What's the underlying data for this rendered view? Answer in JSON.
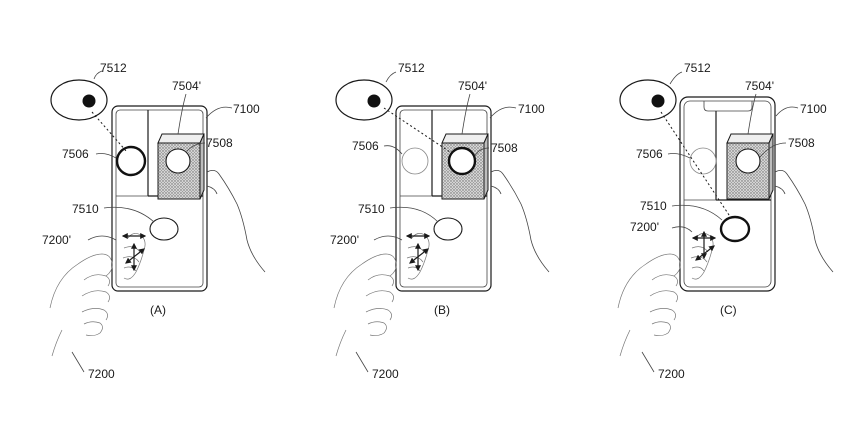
{
  "panels": [
    {
      "caption": "(A)",
      "labels": {
        "eye": "7512",
        "window": "7504'",
        "device": "7100",
        "icon_left": "7506",
        "icon_right": "7508",
        "cursor": "7510",
        "gesture": "7200'",
        "hand": "7200"
      }
    },
    {
      "caption": "(B)",
      "labels": {
        "eye": "7512",
        "window": "7504'",
        "device": "7100",
        "icon_left": "7506",
        "icon_right": "7508",
        "cursor": "7510",
        "gesture": "7200'",
        "hand": "7200"
      }
    },
    {
      "caption": "(C)",
      "labels": {
        "eye": "7512",
        "window": "7504'",
        "device": "7100",
        "icon_left": "7506",
        "icon_right": "7508",
        "cursor": "7510",
        "gesture": "7200'",
        "hand": "7200"
      }
    }
  ],
  "highlighted_element": [
    "icon_left",
    "icon_right",
    "cursor"
  ]
}
